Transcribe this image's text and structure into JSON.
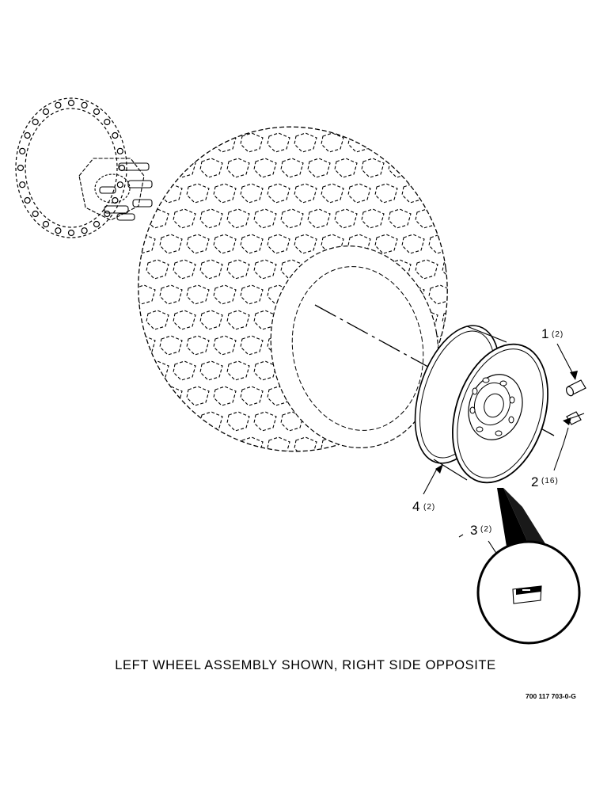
{
  "callouts": [
    {
      "number": "1",
      "quantity": "(2)"
    },
    {
      "number": "2",
      "quantity": "(16)"
    },
    {
      "number": "3",
      "quantity": "(2)"
    },
    {
      "number": "4",
      "quantity": "(2)"
    }
  ],
  "caption": "LEFT WHEEL ASSEMBLY SHOWN, RIGHT SIDE OPPOSITE",
  "figure_code": "700 117 703-0-G"
}
